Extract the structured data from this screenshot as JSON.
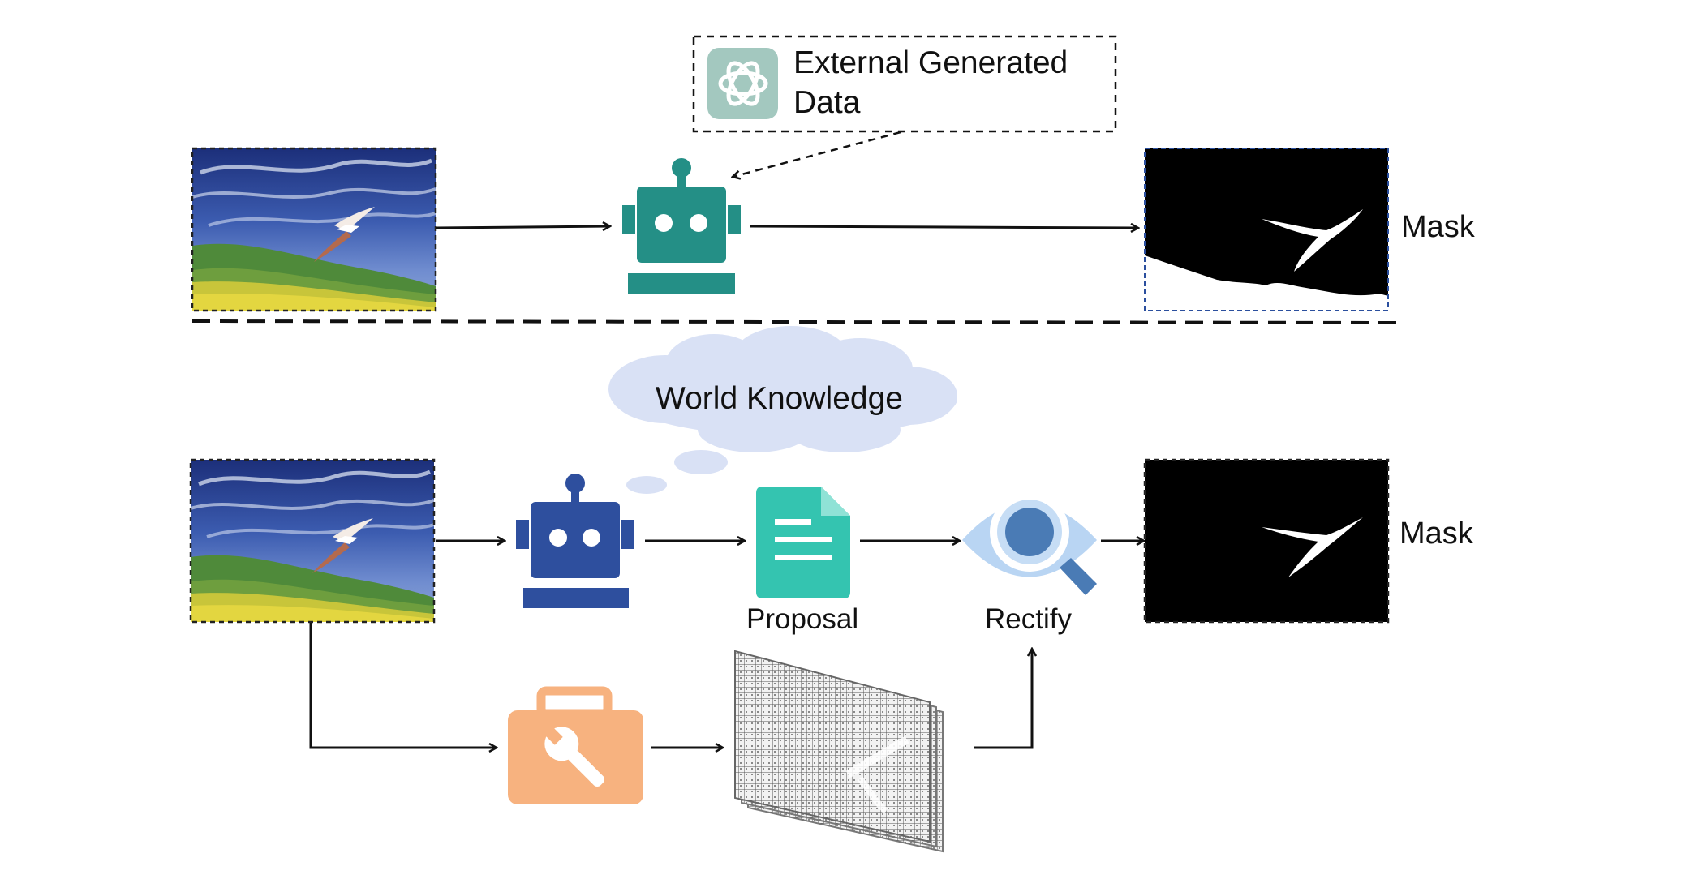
{
  "top": {
    "external": {
      "line1": "External Generated",
      "line2": "Data",
      "logo_icon": "openai-logo-icon"
    },
    "mask_label": "Mask"
  },
  "bottom": {
    "cloud_label": "World Knowledge",
    "proposal_label": "Proposal",
    "rectify_label": "Rectify",
    "mask_label": "Mask"
  },
  "colors": {
    "robot_top": "#248f86",
    "robot_bottom": "#2e4f9e",
    "logo_bg": "#a3c8bf",
    "document": "#34c4b0",
    "eye_outer": "#b9d5f3",
    "eye_pupil": "#4a7bb5",
    "toolbox": "#f7b27f",
    "cloud": "#d9e1f5"
  },
  "icons": [
    "photo-icon",
    "robot-icon",
    "document-icon",
    "eye-magnifier-icon",
    "toolbox-icon",
    "feature-map-icon"
  ]
}
